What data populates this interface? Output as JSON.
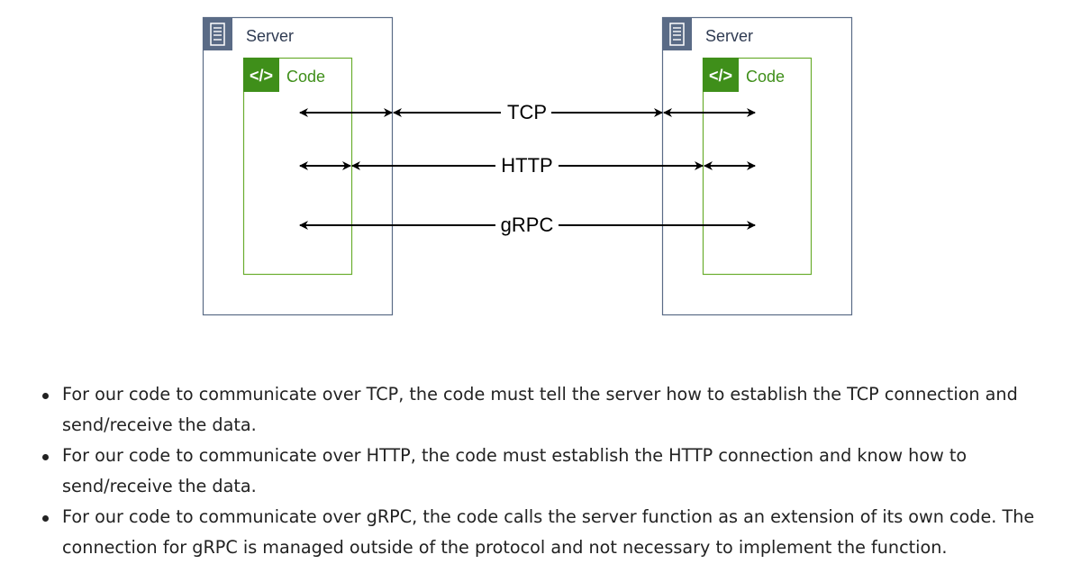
{
  "diagram": {
    "left_server": {
      "label": "Server",
      "icon": "server-icon"
    },
    "left_code": {
      "tag": "</>",
      "label": "Code",
      "icon": "code-icon"
    },
    "right_server": {
      "label": "Server",
      "icon": "server-icon"
    },
    "right_code": {
      "tag": "</>",
      "label": "Code",
      "icon": "code-icon"
    },
    "connections": [
      "TCP",
      "HTTP",
      "gRPC"
    ],
    "colors": {
      "server_border": "#5a6b86",
      "server_icon_bg": "#5a6b86",
      "code_border": "#6aad2e",
      "code_tag_bg": "#3f8f1a",
      "code_label": "#3f8f1a",
      "server_label": "#2f3b52",
      "arrow": "#000000"
    }
  },
  "notes": [
    "For our code to communicate over TCP, the code must tell the server how to establish the TCP connection and send/receive the data.",
    "For our code to communicate over HTTP, the code must establish the HTTP connection and know how to send/receive the data.",
    "For our code to communicate over gRPC, the code calls the server function as an extension of its own code. The connection for gRPC is managed outside of the protocol and not necessary to implement the function."
  ]
}
